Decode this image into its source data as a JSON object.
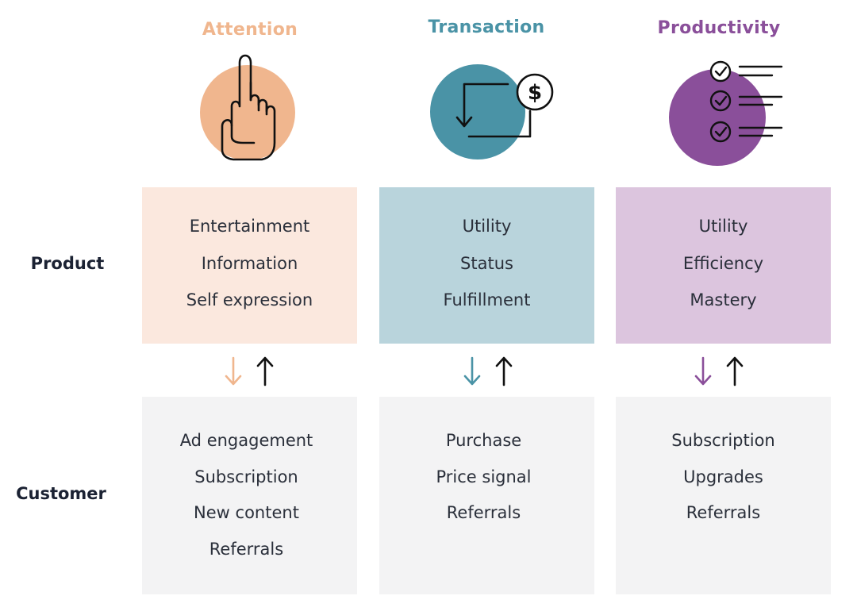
{
  "colors": {
    "attention": "#f0b68e",
    "attention_bg": "#fbe8de",
    "transaction": "#4a93a6",
    "transaction_bg": "#b9d4dc",
    "productivity": "#8a4f9a",
    "productivity_bg": "#dcc5de",
    "customer_bg": "#f3f3f4",
    "up_arrow": "#111111"
  },
  "rows": {
    "product": "Product",
    "customer": "Customer"
  },
  "columns": [
    {
      "title": "Attention",
      "icon": "pointing-hand-icon",
      "product_items": [
        "Entertainment",
        "Information",
        "Self expression"
      ],
      "customer_items": [
        "Ad engagement",
        "Subscription",
        "New content",
        "Referrals"
      ]
    },
    {
      "title": "Transaction",
      "icon": "dollar-exchange-icon",
      "product_items": [
        "Utility",
        "Status",
        "Fulfillment"
      ],
      "customer_items": [
        "Purchase",
        "Price signal",
        "Referrals"
      ]
    },
    {
      "title": "Productivity",
      "icon": "checklist-icon",
      "product_items": [
        "Utility",
        "Efficiency",
        "Mastery"
      ],
      "customer_items": [
        "Subscription",
        "Upgrades",
        "Referrals"
      ]
    }
  ]
}
